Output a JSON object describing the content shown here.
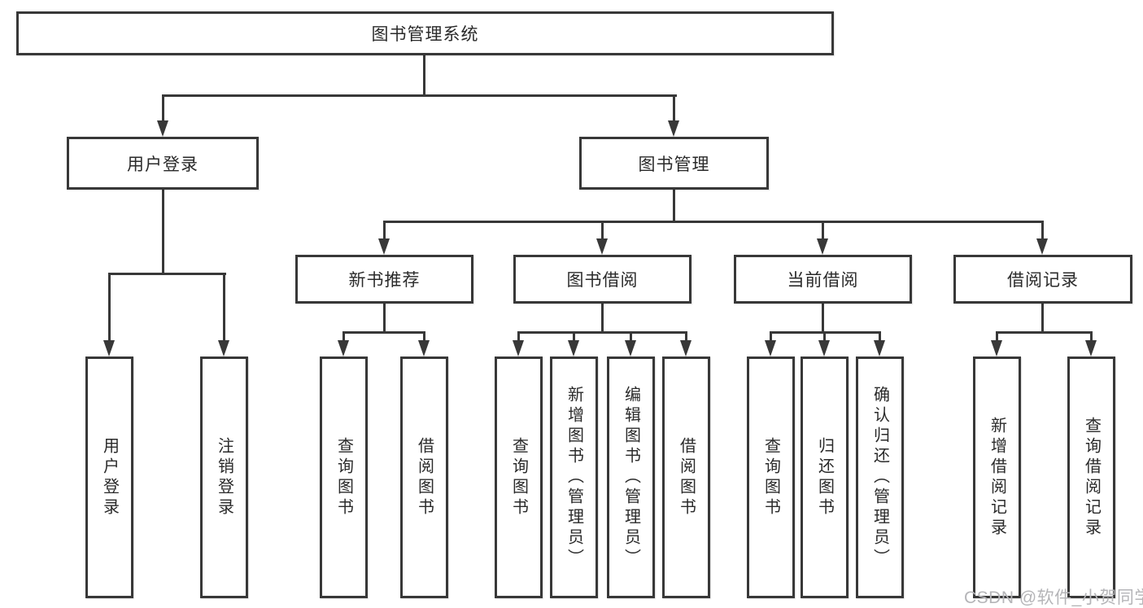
{
  "nodes": {
    "root": "图书管理系统",
    "user_login": "用户登录",
    "book_mgmt": "图书管理",
    "new_book_rec": "新书推荐",
    "book_borrow": "图书借阅",
    "current_borrow": "当前借阅",
    "borrow_records": "借阅记录"
  },
  "leaves": {
    "ul_login": "用户登录",
    "ul_logout": "注销登录",
    "nb_query": "查询图书",
    "nb_borrow": "借阅图书",
    "bb_query": "查询图书",
    "bb_add": "新增图书（管理员）",
    "bb_edit": "编辑图书（管理员）",
    "bb_borrow": "借阅图书",
    "cb_query": "查询图书",
    "cb_return": "归还图书",
    "cb_confirm": "确认归还（管理员）",
    "br_add": "新增借阅记录",
    "br_query": "查询借阅记录"
  },
  "watermark": "CSDN @软件_小贺同学",
  "colors": {
    "line": "#383838",
    "box_border": "#383838",
    "box_fill": "#ffffff",
    "text": "#2a2a2a",
    "watermark": "#b5b5b8",
    "background": "#ffffff"
  }
}
